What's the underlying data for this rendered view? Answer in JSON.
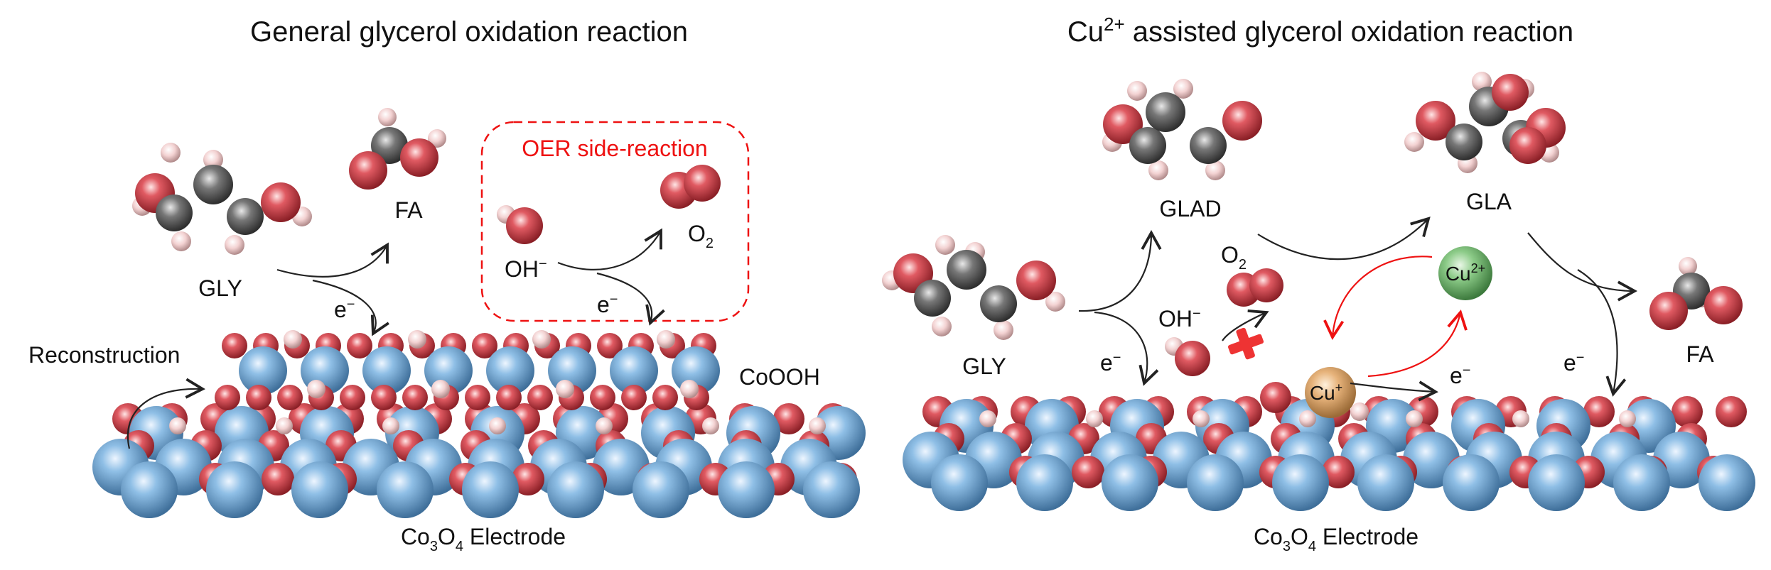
{
  "left_panel": {
    "title": "General glycerol oxidation reaction",
    "molecules": {
      "glycerol": "GLY",
      "formic_acid": "FA"
    },
    "electron": "e",
    "electron_sup": "−",
    "oer_box": {
      "title": "OER side-reaction",
      "hydroxide": "OH",
      "hydroxide_sup": "−",
      "oxygen": "O",
      "oxygen_sub": "2"
    },
    "reconstruction": "Reconstruction",
    "surface_layer": "CoOOH",
    "electrode": {
      "prefix": "Co",
      "sub1": "3",
      "mid": "O",
      "sub2": "4",
      "suffix": " Electrode"
    }
  },
  "right_panel": {
    "title_prefix": "Cu",
    "title_sup": "2+",
    "title_suffix": " assisted glycerol oxidation reaction",
    "molecules": {
      "glycerol": "GLY",
      "glyceraldehyde": "GLAD",
      "glyceric_acid": "GLA",
      "formic_acid": "FA"
    },
    "hydroxide": "OH",
    "hydroxide_sup": "−",
    "oxygen": "O",
    "oxygen_sub": "2",
    "electron": "e",
    "electron_sup": "−",
    "cu2_ion": {
      "base": "Cu",
      "sup": "2+"
    },
    "cu1_ion": {
      "base": "Cu",
      "sup": "+"
    },
    "electrode": {
      "prefix": "Co",
      "sub1": "3",
      "mid": "O",
      "sub2": "4",
      "suffix": " Electrode"
    }
  },
  "colors": {
    "cobalt": "#6fa8dc",
    "oxygen": "#d64550",
    "hydrogen": "#f2cccc",
    "carbon": "#5a5a5a",
    "cu2": "#7cbf7c",
    "cu1": "#e0a870",
    "accent_red": "#ee1111"
  }
}
